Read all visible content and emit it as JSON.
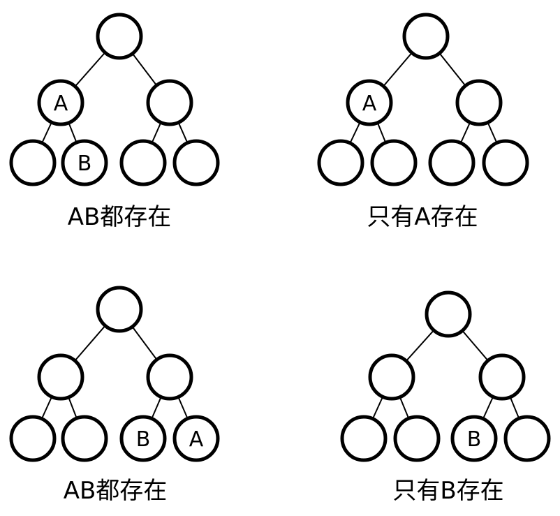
{
  "diagrams": [
    {
      "caption": "AB都存在",
      "nodes": [
        "",
        "A",
        "",
        "",
        "B",
        "",
        ""
      ]
    },
    {
      "caption": "只有A存在",
      "nodes": [
        "",
        "A",
        "",
        "",
        "",
        "",
        ""
      ]
    },
    {
      "caption": "AB都存在",
      "nodes": [
        "",
        "",
        "",
        "",
        "",
        "B",
        "A"
      ]
    },
    {
      "caption": "只有B存在",
      "nodes": [
        "",
        "",
        "",
        "",
        "",
        "B",
        ""
      ]
    }
  ]
}
